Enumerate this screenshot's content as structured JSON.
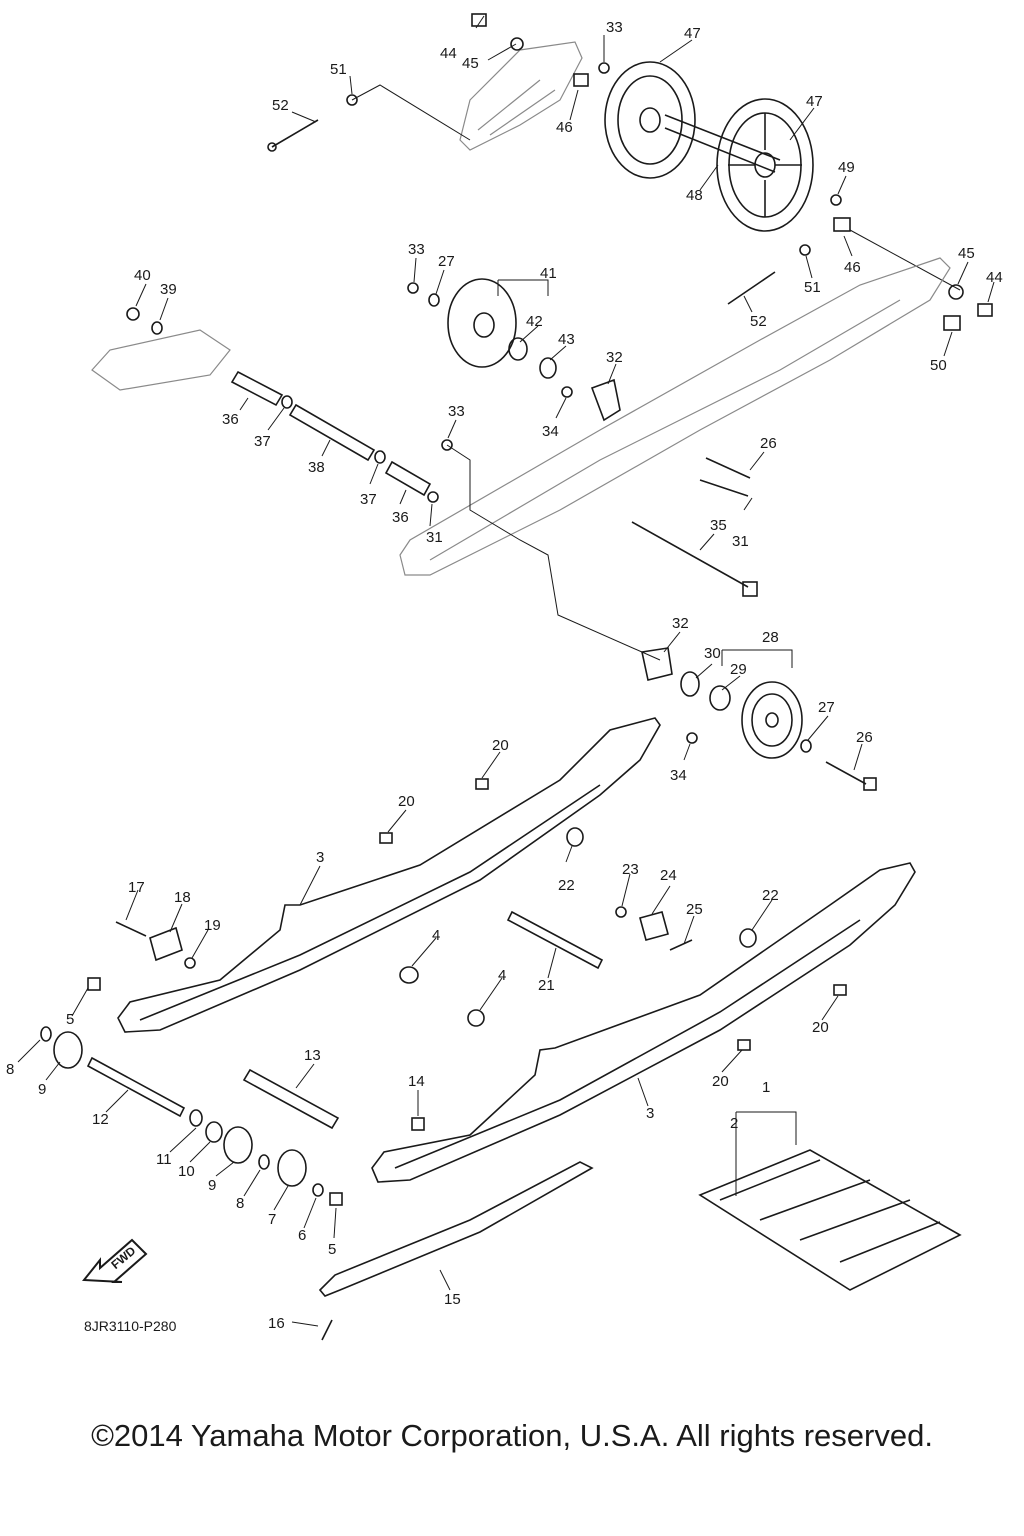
{
  "figure": {
    "drawing_code": "8JR3110-P280",
    "copyright": "©2014 Yamaha Motor Corporation, U.S.A. All rights reserved.",
    "direction_label": "FWD"
  },
  "callouts": [
    "1",
    "2",
    "3",
    "3",
    "4",
    "4",
    "5",
    "5",
    "6",
    "7",
    "8",
    "8",
    "9",
    "9",
    "10",
    "11",
    "12",
    "13",
    "14",
    "15",
    "16",
    "17",
    "18",
    "19",
    "20",
    "20",
    "20",
    "20",
    "21",
    "22",
    "22",
    "23",
    "24",
    "25",
    "26",
    "26",
    "27",
    "27",
    "28",
    "29",
    "30",
    "31",
    "31",
    "32",
    "32",
    "33",
    "33",
    "33",
    "34",
    "34",
    "35",
    "36",
    "36",
    "37",
    "37",
    "38",
    "39",
    "40",
    "41",
    "42",
    "43",
    "44",
    "44",
    "45",
    "45",
    "46",
    "46",
    "47",
    "47",
    "48",
    "49",
    "50",
    "51",
    "51",
    "52",
    "52"
  ]
}
